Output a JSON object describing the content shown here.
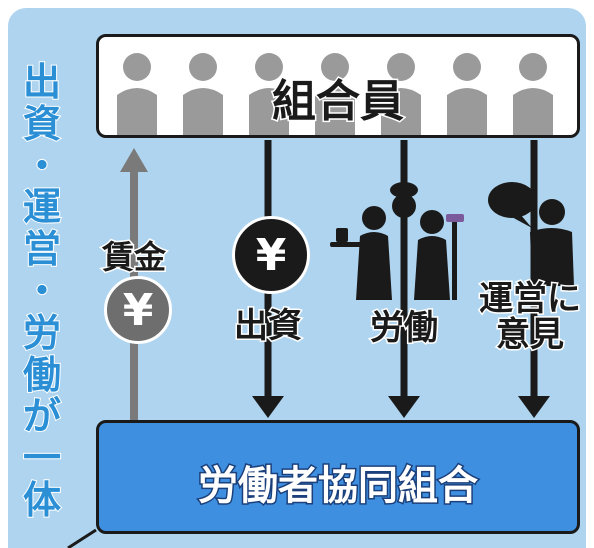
{
  "side_title": [
    "出",
    "資",
    "・",
    "運",
    "営",
    "・",
    "労",
    "働",
    "が",
    "一",
    "体"
  ],
  "members_label": "組合員",
  "coop_label": "労働者協同組合",
  "flows": {
    "wage_label": "賃金",
    "wage_symbol": "¥",
    "investment_label": "出資",
    "investment_symbol": "¥",
    "labor_label": "労働",
    "management_line1": "運営に",
    "management_line2": "意見"
  },
  "colors": {
    "panel": "#aed4ef",
    "title_blue": "#2b8fd6",
    "coop_blue": "#3f8fe0",
    "member_gray": "#9a9a9a",
    "arrow_dark": "#1a1a1a",
    "arrow_gray": "#7a7a7a"
  },
  "icons": [
    "member-silhouette-icon",
    "yen-coin-icon",
    "waiter-icon",
    "cook-icon",
    "cleaner-icon",
    "speech-bubble-person-icon"
  ]
}
